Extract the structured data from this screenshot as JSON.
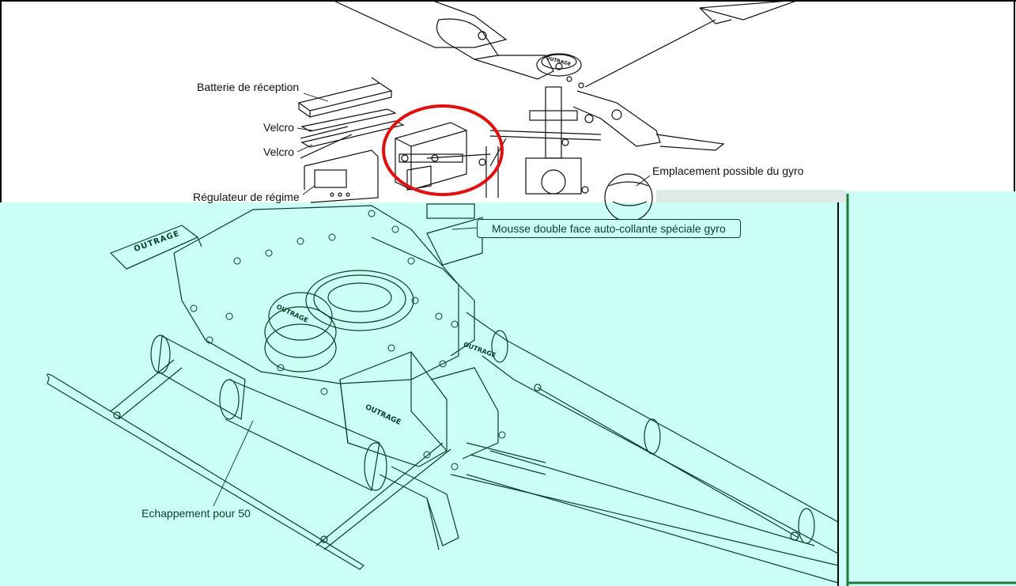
{
  "diagram": {
    "labels": {
      "battery": "Batterie de réception",
      "velcro_1": "Velcro",
      "velcro_2": "Velcro",
      "governor": "Régulateur de régime",
      "gyro_location": "Emplacement possible du gyro",
      "gyro_foam": "Mousse double face auto-collante spéciale gyro",
      "exhaust": "Echappement pour 50"
    },
    "logo_text": "OUTRAGE",
    "colors": {
      "top_background": "#ffffff",
      "bottom_background": "#ccfff5",
      "top_lines": "#111111",
      "bottom_lines": "#0b3d2e",
      "highlight_circle": "#e01010",
      "side_bar": "#1e7a3c"
    },
    "highlight": "red ellipse around servo/gyro mount area"
  }
}
